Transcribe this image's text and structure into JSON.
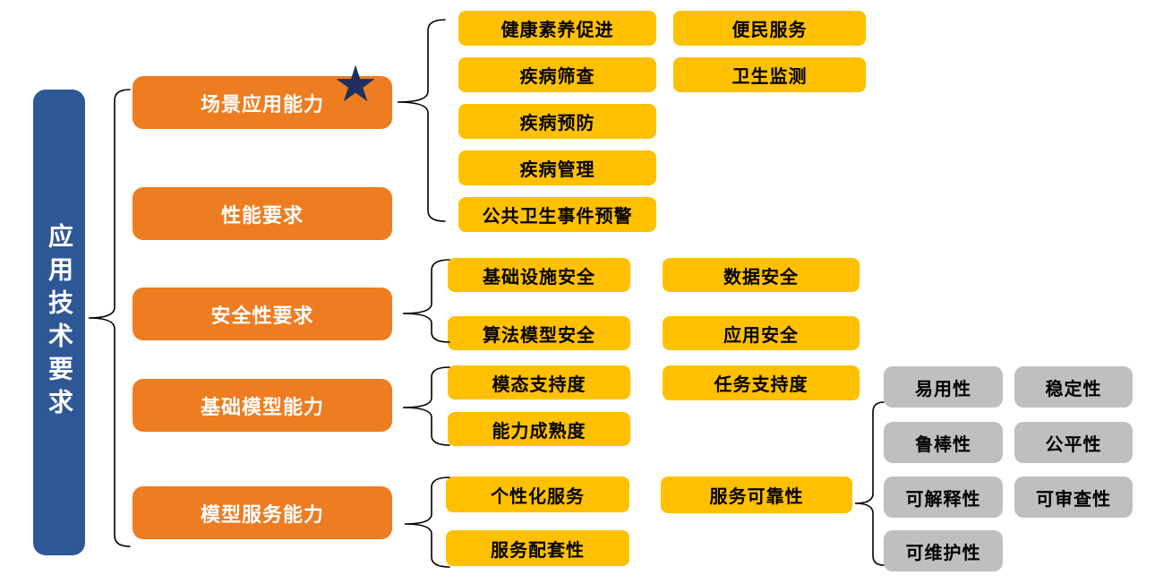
{
  "root_label": "应用技术要求",
  "star": "★",
  "parents": {
    "scene": "场景应用能力",
    "performance": "性能要求",
    "security": "安全性要求",
    "foundation": "基础模型能力",
    "service": "模型服务能力"
  },
  "scene_children": {
    "col1": [
      "健康素养促进",
      "疾病筛查",
      "疾病预防",
      "疾病管理",
      "公共卫生事件预警"
    ],
    "col2": [
      "便民服务",
      "卫生监测"
    ]
  },
  "security_children": {
    "col1": [
      "基础设施安全",
      "算法模型安全"
    ],
    "col2": [
      "数据安全",
      "应用安全"
    ]
  },
  "foundation_children": {
    "col1": [
      "模态支持度",
      "能力成熟度"
    ],
    "col2": [
      "任务支持度"
    ]
  },
  "service_children": {
    "col1": [
      "个性化服务",
      "服务配套性"
    ],
    "col2": [
      "服务可靠性"
    ]
  },
  "reliability_children": {
    "col1": [
      "易用性",
      "鲁棒性",
      "可解释性",
      "可维护性"
    ],
    "col2": [
      "稳定性",
      "公平性",
      "可审查性"
    ]
  },
  "colors": {
    "branch_orange": "#EE7C20",
    "leaf_yellow": "#FFC000",
    "leaf_gray": "#BFBFBF",
    "root_blue": "#2E5797",
    "star_navy": "#1F3060",
    "line_black": "#000000"
  }
}
